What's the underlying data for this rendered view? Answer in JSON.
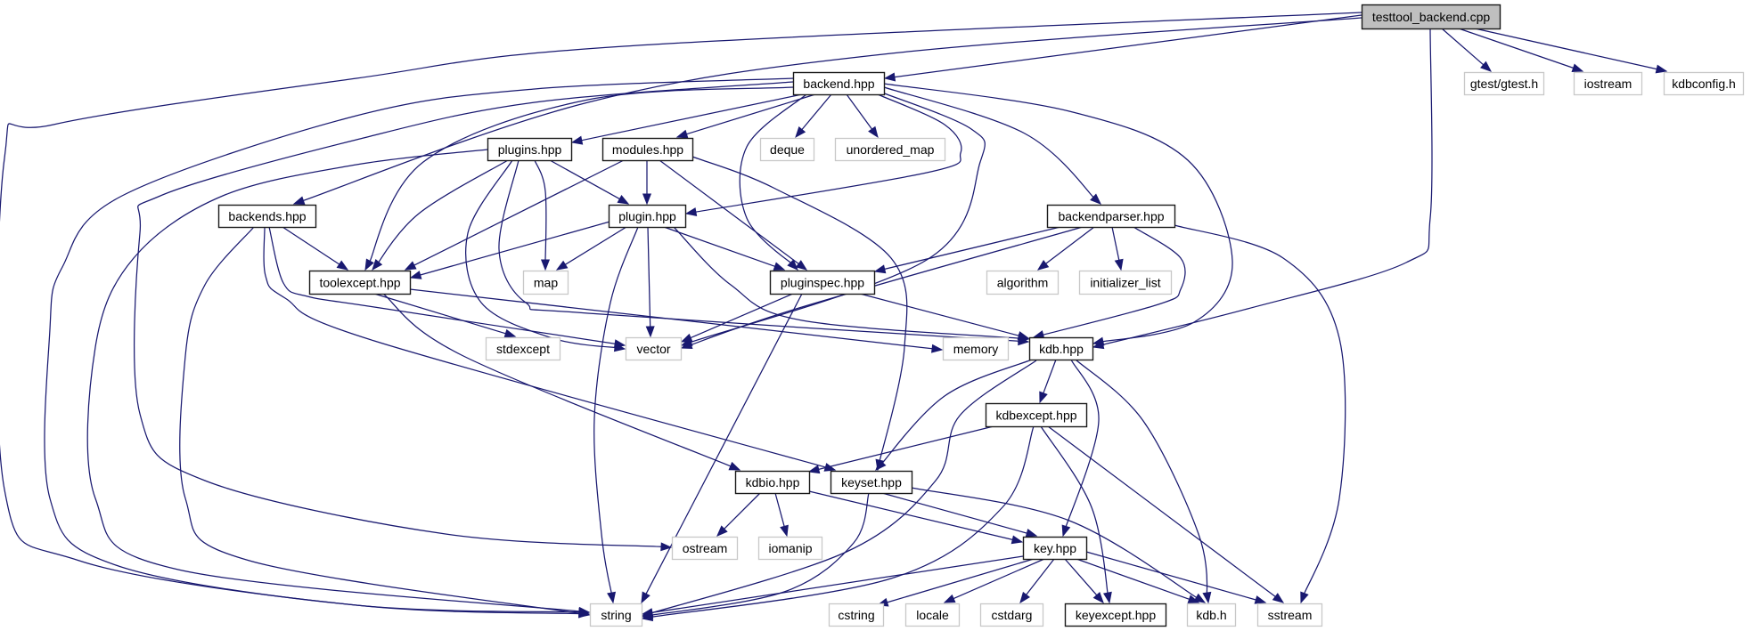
{
  "graph": {
    "nodes": [
      {
        "label": "testtool_backend.cpp",
        "kind": "main"
      },
      {
        "label": "backend.hpp",
        "kind": "documented"
      },
      {
        "label": "gtest/gtest.h",
        "kind": "external"
      },
      {
        "label": "iostream",
        "kind": "external"
      },
      {
        "label": "kdbconfig.h",
        "kind": "external"
      },
      {
        "label": "plugins.hpp",
        "kind": "documented"
      },
      {
        "label": "modules.hpp",
        "kind": "documented"
      },
      {
        "label": "deque",
        "kind": "external"
      },
      {
        "label": "unordered_map",
        "kind": "external"
      },
      {
        "label": "backends.hpp",
        "kind": "documented"
      },
      {
        "label": "plugin.hpp",
        "kind": "documented"
      },
      {
        "label": "backendparser.hpp",
        "kind": "documented"
      },
      {
        "label": "toolexcept.hpp",
        "kind": "documented"
      },
      {
        "label": "map",
        "kind": "external"
      },
      {
        "label": "pluginspec.hpp",
        "kind": "documented"
      },
      {
        "label": "algorithm",
        "kind": "external"
      },
      {
        "label": "initializer_list",
        "kind": "external"
      },
      {
        "label": "stdexcept",
        "kind": "external"
      },
      {
        "label": "vector",
        "kind": "external"
      },
      {
        "label": "memory",
        "kind": "external"
      },
      {
        "label": "kdb.hpp",
        "kind": "documented"
      },
      {
        "label": "kdbexcept.hpp",
        "kind": "documented"
      },
      {
        "label": "kdbio.hpp",
        "kind": "documented"
      },
      {
        "label": "keyset.hpp",
        "kind": "documented"
      },
      {
        "label": "ostream",
        "kind": "external"
      },
      {
        "label": "iomanip",
        "kind": "external"
      },
      {
        "label": "key.hpp",
        "kind": "documented"
      },
      {
        "label": "string",
        "kind": "external"
      },
      {
        "label": "cstring",
        "kind": "external"
      },
      {
        "label": "locale",
        "kind": "external"
      },
      {
        "label": "cstdarg",
        "kind": "external"
      },
      {
        "label": "keyexcept.hpp",
        "kind": "documented"
      },
      {
        "label": "kdb.h",
        "kind": "external"
      },
      {
        "label": "sstream",
        "kind": "external"
      }
    ],
    "edges": [
      {
        "from": "testtool_backend.cpp",
        "to": "backend.hpp"
      },
      {
        "from": "testtool_backend.cpp",
        "to": "backends.hpp"
      },
      {
        "from": "testtool_backend.cpp",
        "to": "string"
      },
      {
        "from": "testtool_backend.cpp",
        "to": "kdb.hpp"
      },
      {
        "from": "testtool_backend.cpp",
        "to": "gtest/gtest.h"
      },
      {
        "from": "testtool_backend.cpp",
        "to": "iostream"
      },
      {
        "from": "testtool_backend.cpp",
        "to": "kdbconfig.h"
      },
      {
        "from": "backend.hpp",
        "to": "string"
      },
      {
        "from": "backend.hpp",
        "to": "ostream"
      },
      {
        "from": "backend.hpp",
        "to": "toolexcept.hpp"
      },
      {
        "from": "backend.hpp",
        "to": "plugins.hpp"
      },
      {
        "from": "backend.hpp",
        "to": "modules.hpp"
      },
      {
        "from": "backend.hpp",
        "to": "deque"
      },
      {
        "from": "backend.hpp",
        "to": "unordered_map"
      },
      {
        "from": "backend.hpp",
        "to": "plugin.hpp"
      },
      {
        "from": "backend.hpp",
        "to": "pluginspec.hpp"
      },
      {
        "from": "backend.hpp",
        "to": "vector"
      },
      {
        "from": "backend.hpp",
        "to": "backendparser.hpp"
      },
      {
        "from": "backend.hpp",
        "to": "kdb.hpp"
      },
      {
        "from": "plugins.hpp",
        "to": "string"
      },
      {
        "from": "plugins.hpp",
        "to": "toolexcept.hpp"
      },
      {
        "from": "plugins.hpp",
        "to": "map"
      },
      {
        "from": "plugins.hpp",
        "to": "plugin.hpp"
      },
      {
        "from": "plugins.hpp",
        "to": "vector"
      },
      {
        "from": "plugins.hpp",
        "to": "kdb.hpp"
      },
      {
        "from": "modules.hpp",
        "to": "toolexcept.hpp"
      },
      {
        "from": "modules.hpp",
        "to": "plugin.hpp"
      },
      {
        "from": "modules.hpp",
        "to": "pluginspec.hpp"
      },
      {
        "from": "modules.hpp",
        "to": "keyset.hpp"
      },
      {
        "from": "backends.hpp",
        "to": "string"
      },
      {
        "from": "backends.hpp",
        "to": "toolexcept.hpp"
      },
      {
        "from": "backends.hpp",
        "to": "keyset.hpp"
      },
      {
        "from": "backends.hpp",
        "to": "vector"
      },
      {
        "from": "plugin.hpp",
        "to": "toolexcept.hpp"
      },
      {
        "from": "plugin.hpp",
        "to": "map"
      },
      {
        "from": "plugin.hpp",
        "to": "string"
      },
      {
        "from": "plugin.hpp",
        "to": "vector"
      },
      {
        "from": "plugin.hpp",
        "to": "pluginspec.hpp"
      },
      {
        "from": "plugin.hpp",
        "to": "kdb.hpp"
      },
      {
        "from": "backendparser.hpp",
        "to": "pluginspec.hpp"
      },
      {
        "from": "backendparser.hpp",
        "to": "vector"
      },
      {
        "from": "backendparser.hpp",
        "to": "algorithm"
      },
      {
        "from": "backendparser.hpp",
        "to": "initializer_list"
      },
      {
        "from": "backendparser.hpp",
        "to": "kdb.hpp"
      },
      {
        "from": "backendparser.hpp",
        "to": "sstream"
      },
      {
        "from": "toolexcept.hpp",
        "to": "stdexcept"
      },
      {
        "from": "toolexcept.hpp",
        "to": "memory"
      },
      {
        "from": "toolexcept.hpp",
        "to": "kdbio.hpp"
      },
      {
        "from": "pluginspec.hpp",
        "to": "vector"
      },
      {
        "from": "pluginspec.hpp",
        "to": "kdb.hpp"
      },
      {
        "from": "pluginspec.hpp",
        "to": "string"
      },
      {
        "from": "kdb.hpp",
        "to": "kdbexcept.hpp"
      },
      {
        "from": "kdb.hpp",
        "to": "keyset.hpp"
      },
      {
        "from": "kdb.hpp",
        "to": "key.hpp"
      },
      {
        "from": "kdb.hpp",
        "to": "string"
      },
      {
        "from": "kdb.hpp",
        "to": "kdb.h"
      },
      {
        "from": "kdbexcept.hpp",
        "to": "kdbio.hpp"
      },
      {
        "from": "kdbexcept.hpp",
        "to": "string"
      },
      {
        "from": "kdbexcept.hpp",
        "to": "keyexcept.hpp"
      },
      {
        "from": "kdbexcept.hpp",
        "to": "sstream"
      },
      {
        "from": "kdbio.hpp",
        "to": "ostream"
      },
      {
        "from": "kdbio.hpp",
        "to": "iomanip"
      },
      {
        "from": "kdbio.hpp",
        "to": "key.hpp"
      },
      {
        "from": "keyset.hpp",
        "to": "key.hpp"
      },
      {
        "from": "keyset.hpp",
        "to": "string"
      },
      {
        "from": "keyset.hpp",
        "to": "kdb.h"
      },
      {
        "from": "key.hpp",
        "to": "string"
      },
      {
        "from": "key.hpp",
        "to": "cstring"
      },
      {
        "from": "key.hpp",
        "to": "locale"
      },
      {
        "from": "key.hpp",
        "to": "cstdarg"
      },
      {
        "from": "key.hpp",
        "to": "keyexcept.hpp"
      },
      {
        "from": "key.hpp",
        "to": "kdb.h"
      },
      {
        "from": "key.hpp",
        "to": "sstream"
      }
    ]
  },
  "colors": {
    "edge": "#191970",
    "main_fill": "#bfbfbf",
    "node_fill": "#ffffff",
    "documented_border": "#1a1a1a",
    "external_border": "#c8c8c8"
  }
}
